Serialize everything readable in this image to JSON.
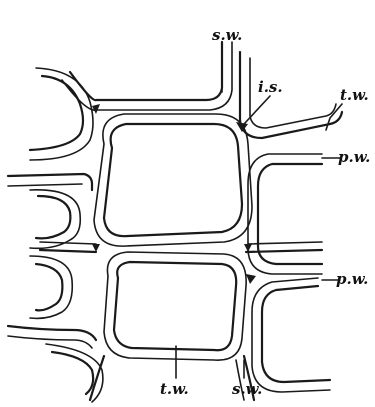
{
  "figure": {
    "labels": {
      "sw_top": "s.w.",
      "is": "i.s.",
      "tw_right": "t.w.",
      "pw_upper": "p.w.",
      "pw_lower": "p.w.",
      "tw_bottom": "t.w.",
      "sw_bottom": "s.w."
    },
    "colors": {
      "background": "#ffffff",
      "ink": "#1a1a1a"
    }
  }
}
